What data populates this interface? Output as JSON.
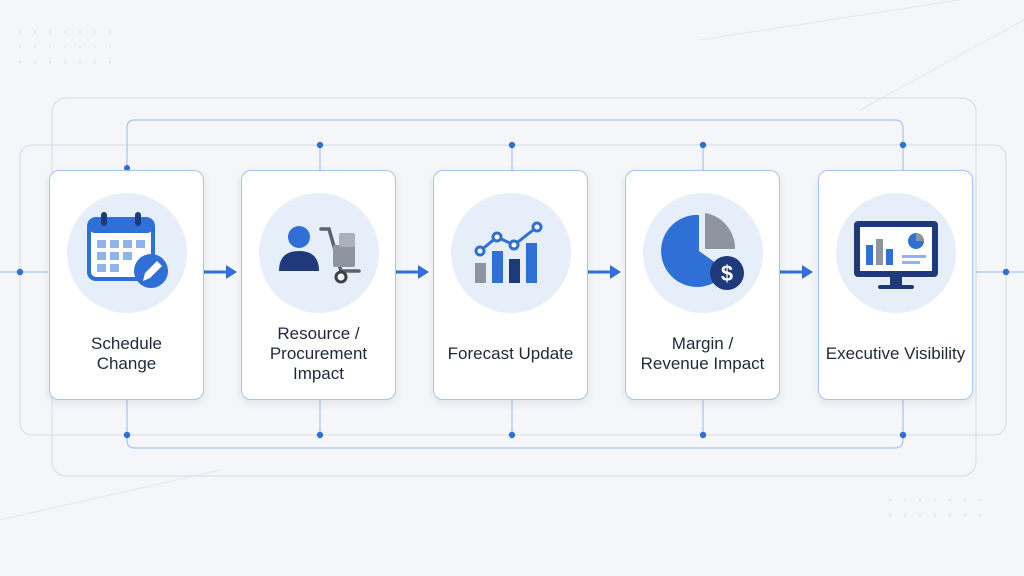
{
  "colors": {
    "accent": "#2f6fd6",
    "navy": "#1e3a7b",
    "gray": "#8e959e",
    "line": "#bcd0ee"
  },
  "steps": [
    {
      "label": "Schedule\nChange",
      "icon": "calendar-edit-icon"
    },
    {
      "label": "Resource /\nProcurement\nImpact",
      "icon": "person-cart-icon"
    },
    {
      "label": "Forecast Update",
      "icon": "bar-chart-trend-icon"
    },
    {
      "label": "Margin /\nRevenue Impact",
      "icon": "pie-chart-dollar-icon"
    },
    {
      "label": "Executive Visibility",
      "icon": "monitor-dashboard-icon"
    }
  ]
}
